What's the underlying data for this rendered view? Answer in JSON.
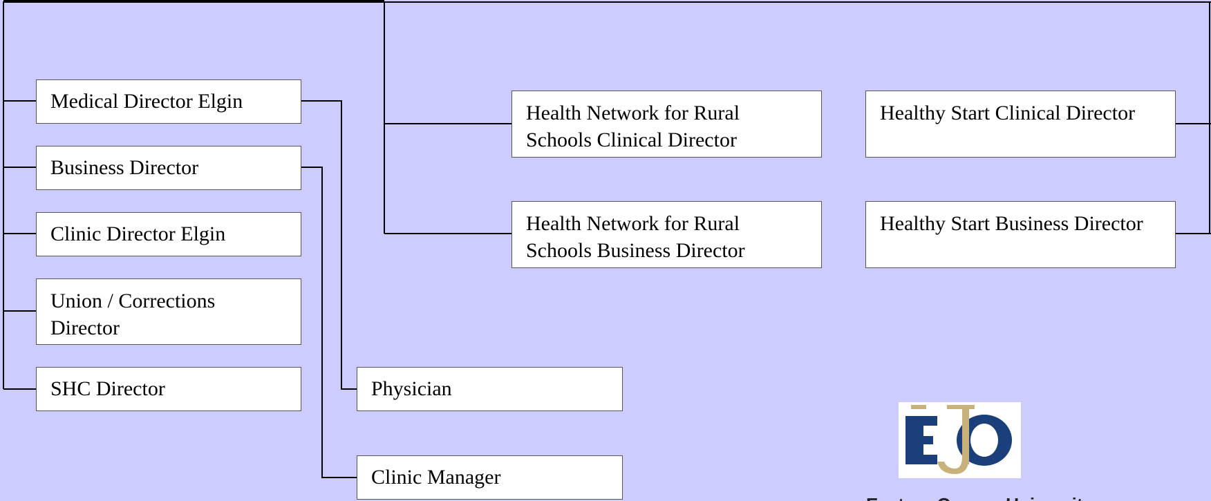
{
  "org_chart": {
    "left_column": [
      {
        "id": "medical-director-elgin",
        "label": "Medical Director Elgin"
      },
      {
        "id": "business-director",
        "label": "Business Director"
      },
      {
        "id": "clinic-director-elgin",
        "label": "Clinic Director Elgin"
      },
      {
        "id": "union-corrections-director",
        "label": "Union / Corrections Director"
      },
      {
        "id": "shc-director",
        "label": "SHC Director"
      }
    ],
    "middle_column": [
      {
        "id": "hnrs-clinical-director",
        "label": "Health Network for Rural Schools Clinical Director"
      },
      {
        "id": "hnrs-business-director",
        "label": "Health Network for Rural Schools Business Director"
      }
    ],
    "right_column": [
      {
        "id": "healthy-start-clinical-director",
        "label": "Healthy Start Clinical Director"
      },
      {
        "id": "healthy-start-business-director",
        "label": "Healthy Start Business Director"
      }
    ],
    "subordinates": [
      {
        "id": "physician",
        "label": "Physician"
      },
      {
        "id": "clinic-manager",
        "label": "Clinic Manager"
      }
    ]
  },
  "logo": {
    "description_name": "eou-logo",
    "colors": {
      "navy": "#1a3f7a",
      "gold": "#c9b27a"
    }
  },
  "caption": {
    "text": "Eastern Oregon University"
  },
  "colors": {
    "background": "#ccccff",
    "box_fill": "#ffffff",
    "box_border": "#555555",
    "connector": "#000000"
  }
}
